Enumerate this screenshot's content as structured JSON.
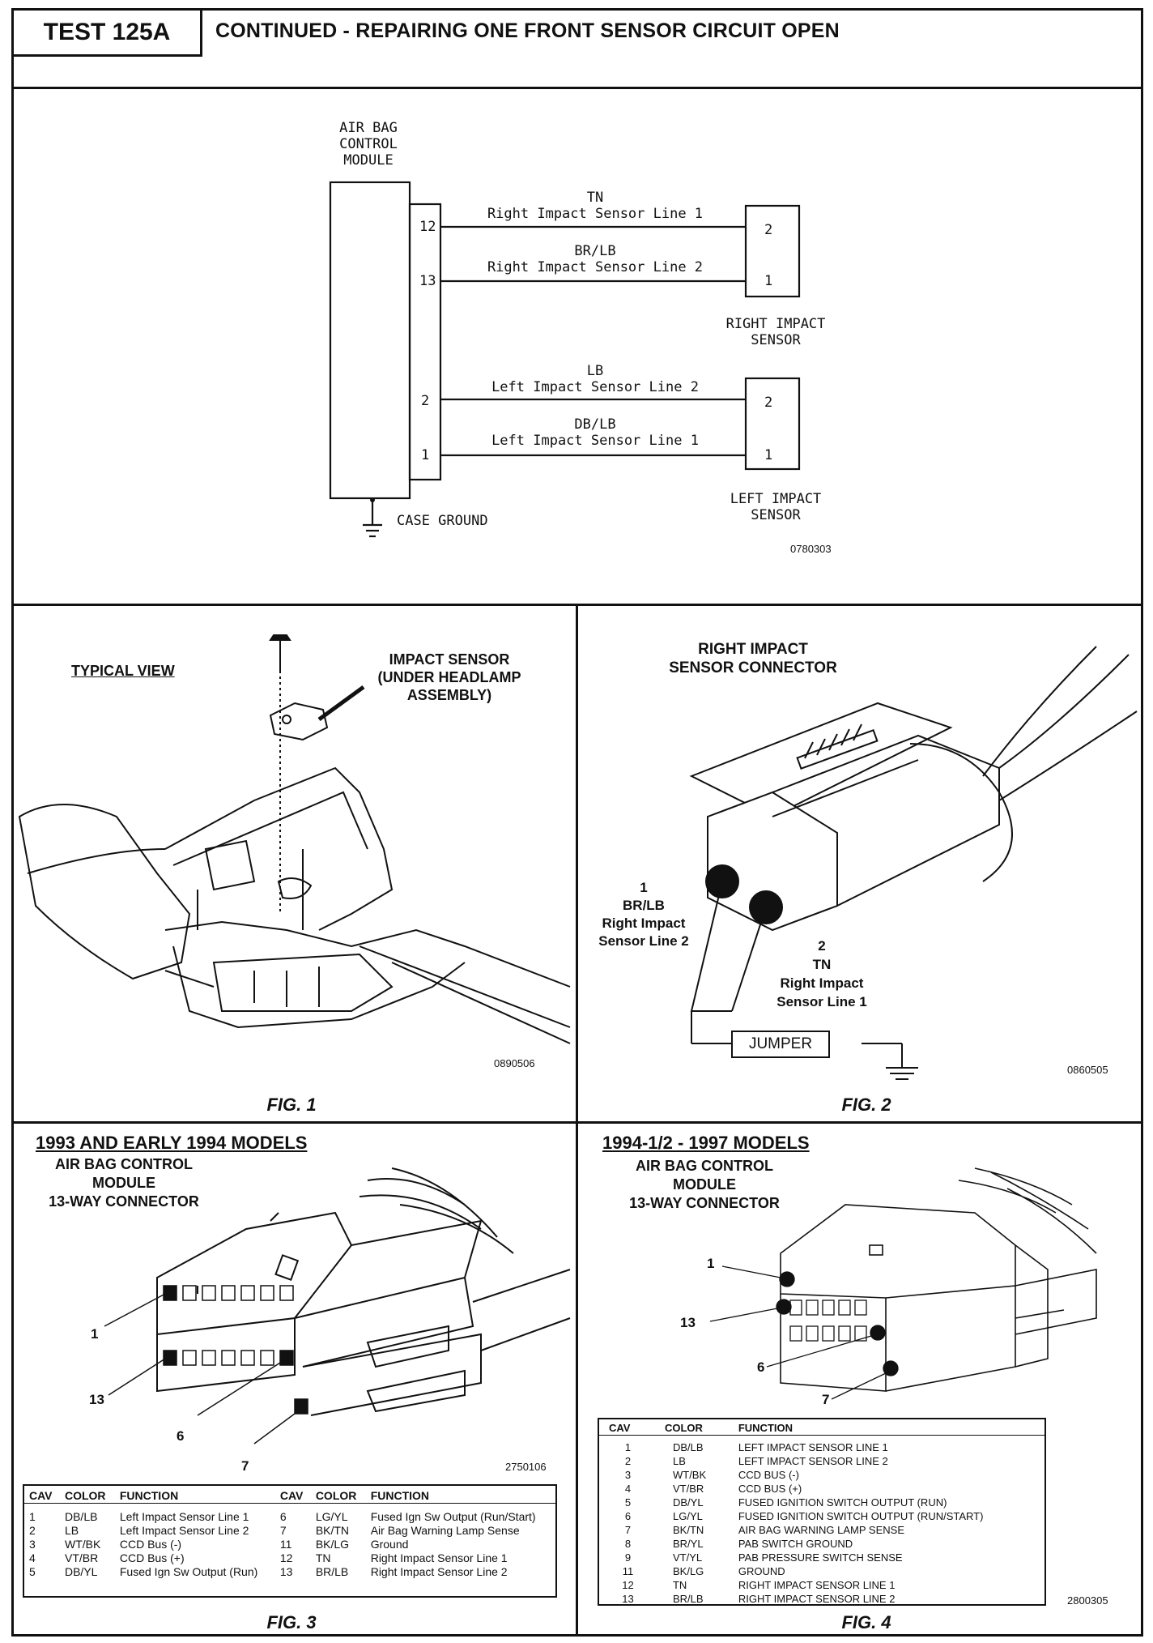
{
  "header": {
    "test_id": "TEST 125A",
    "title": "CONTINUED - REPAIRING ONE FRONT SENSOR CIRCUIT OPEN"
  },
  "schematic": {
    "module_label": [
      "AIR BAG",
      "CONTROL",
      "MODULE"
    ],
    "right_line1": {
      "pin_module": "12",
      "color": "TN",
      "name": "Right Impact Sensor Line 1",
      "pin_sensor": "2"
    },
    "right_line2": {
      "pin_module": "13",
      "color": "BR/LB",
      "name": "Right Impact Sensor Line 2",
      "pin_sensor": "1"
    },
    "right_sensor_label": [
      "RIGHT IMPACT",
      "SENSOR"
    ],
    "left_line2": {
      "pin_module": "2",
      "color": "LB",
      "name": "Left Impact Sensor Line 2",
      "pin_sensor": "2"
    },
    "left_line1": {
      "pin_module": "1",
      "color": "DB/LB",
      "name": "Left Impact Sensor Line 1",
      "pin_sensor": "1"
    },
    "left_sensor_label": [
      "LEFT IMPACT",
      "SENSOR"
    ],
    "ground_label": "CASE GROUND",
    "ref": "0780303"
  },
  "fig1": {
    "typical": "TYPICAL VIEW",
    "callout": [
      "IMPACT SENSOR",
      "(UNDER HEADLAMP",
      "ASSEMBLY)"
    ],
    "ref": "0890506",
    "caption": "FIG. 1"
  },
  "fig2": {
    "heading": [
      "RIGHT IMPACT",
      "SENSOR CONNECTOR"
    ],
    "pin1": [
      "1",
      "BR/LB",
      "Right Impact",
      "Sensor Line 2"
    ],
    "pin2": [
      "2",
      "TN",
      "Right Impact",
      "Sensor Line 1"
    ],
    "jumper": "JUMPER",
    "ref": "0860505",
    "caption": "FIG. 2"
  },
  "fig3": {
    "heading": "1993 AND EARLY 1994 MODELS",
    "sub": [
      "AIR BAG CONTROL",
      "MODULE",
      "13-WAY CONNECTOR"
    ],
    "callouts": [
      "1",
      "13",
      "6",
      "7"
    ],
    "ref": "2750106",
    "table_headers": [
      "CAV",
      "COLOR",
      "FUNCTION",
      "CAV",
      "COLOR",
      "FUNCTION"
    ],
    "rows": [
      [
        "1",
        "DB/LB",
        "Left Impact Sensor Line 1",
        "6",
        "LG/YL",
        "Fused Ign Sw Output (Run/Start)"
      ],
      [
        "2",
        "LB",
        "Left Impact Sensor Line 2",
        "7",
        "BK/TN",
        "Air Bag Warning Lamp Sense"
      ],
      [
        "3",
        "WT/BK",
        "CCD Bus (-)",
        "11",
        "BK/LG",
        "Ground"
      ],
      [
        "4",
        "VT/BR",
        "CCD Bus (+)",
        "12",
        "TN",
        "Right Impact Sensor Line 1"
      ],
      [
        "5",
        "DB/YL",
        "Fused Ign Sw Output (Run)",
        "13",
        "BR/LB",
        "Right Impact Sensor Line 2"
      ]
    ],
    "caption": "FIG. 3"
  },
  "fig4": {
    "heading": "1994-1/2 - 1997 MODELS",
    "sub": [
      "AIR BAG CONTROL",
      "MODULE",
      "13-WAY CONNECTOR"
    ],
    "callouts": [
      "1",
      "13",
      "6",
      "7"
    ],
    "table_headers": [
      "CAV",
      "COLOR",
      "FUNCTION"
    ],
    "rows": [
      [
        "1",
        "DB/LB",
        "LEFT IMPACT SENSOR LINE 1"
      ],
      [
        "2",
        "LB",
        "LEFT IMPACT SENSOR LINE 2"
      ],
      [
        "3",
        "WT/BK",
        "CCD BUS (-)"
      ],
      [
        "4",
        "VT/BR",
        "CCD BUS (+)"
      ],
      [
        "5",
        "DB/YL",
        "FUSED IGNITION SWITCH OUTPUT (RUN)"
      ],
      [
        "6",
        "LG/YL",
        "FUSED IGNITION SWITCH OUTPUT (RUN/START)"
      ],
      [
        "7",
        "BK/TN",
        "AIR BAG WARNING LAMP SENSE"
      ],
      [
        "8",
        "BR/YL",
        "PAB SWITCH GROUND"
      ],
      [
        "9",
        "VT/YL",
        "PAB PRESSURE SWITCH SENSE"
      ],
      [
        "11",
        "BK/LG",
        "GROUND"
      ],
      [
        "12",
        "TN",
        "RIGHT IMPACT SENSOR LINE 1"
      ],
      [
        "13",
        "BR/LB",
        "RIGHT IMPACT SENSOR LINE 2"
      ]
    ],
    "ref": "2800305",
    "caption": "FIG. 4"
  }
}
